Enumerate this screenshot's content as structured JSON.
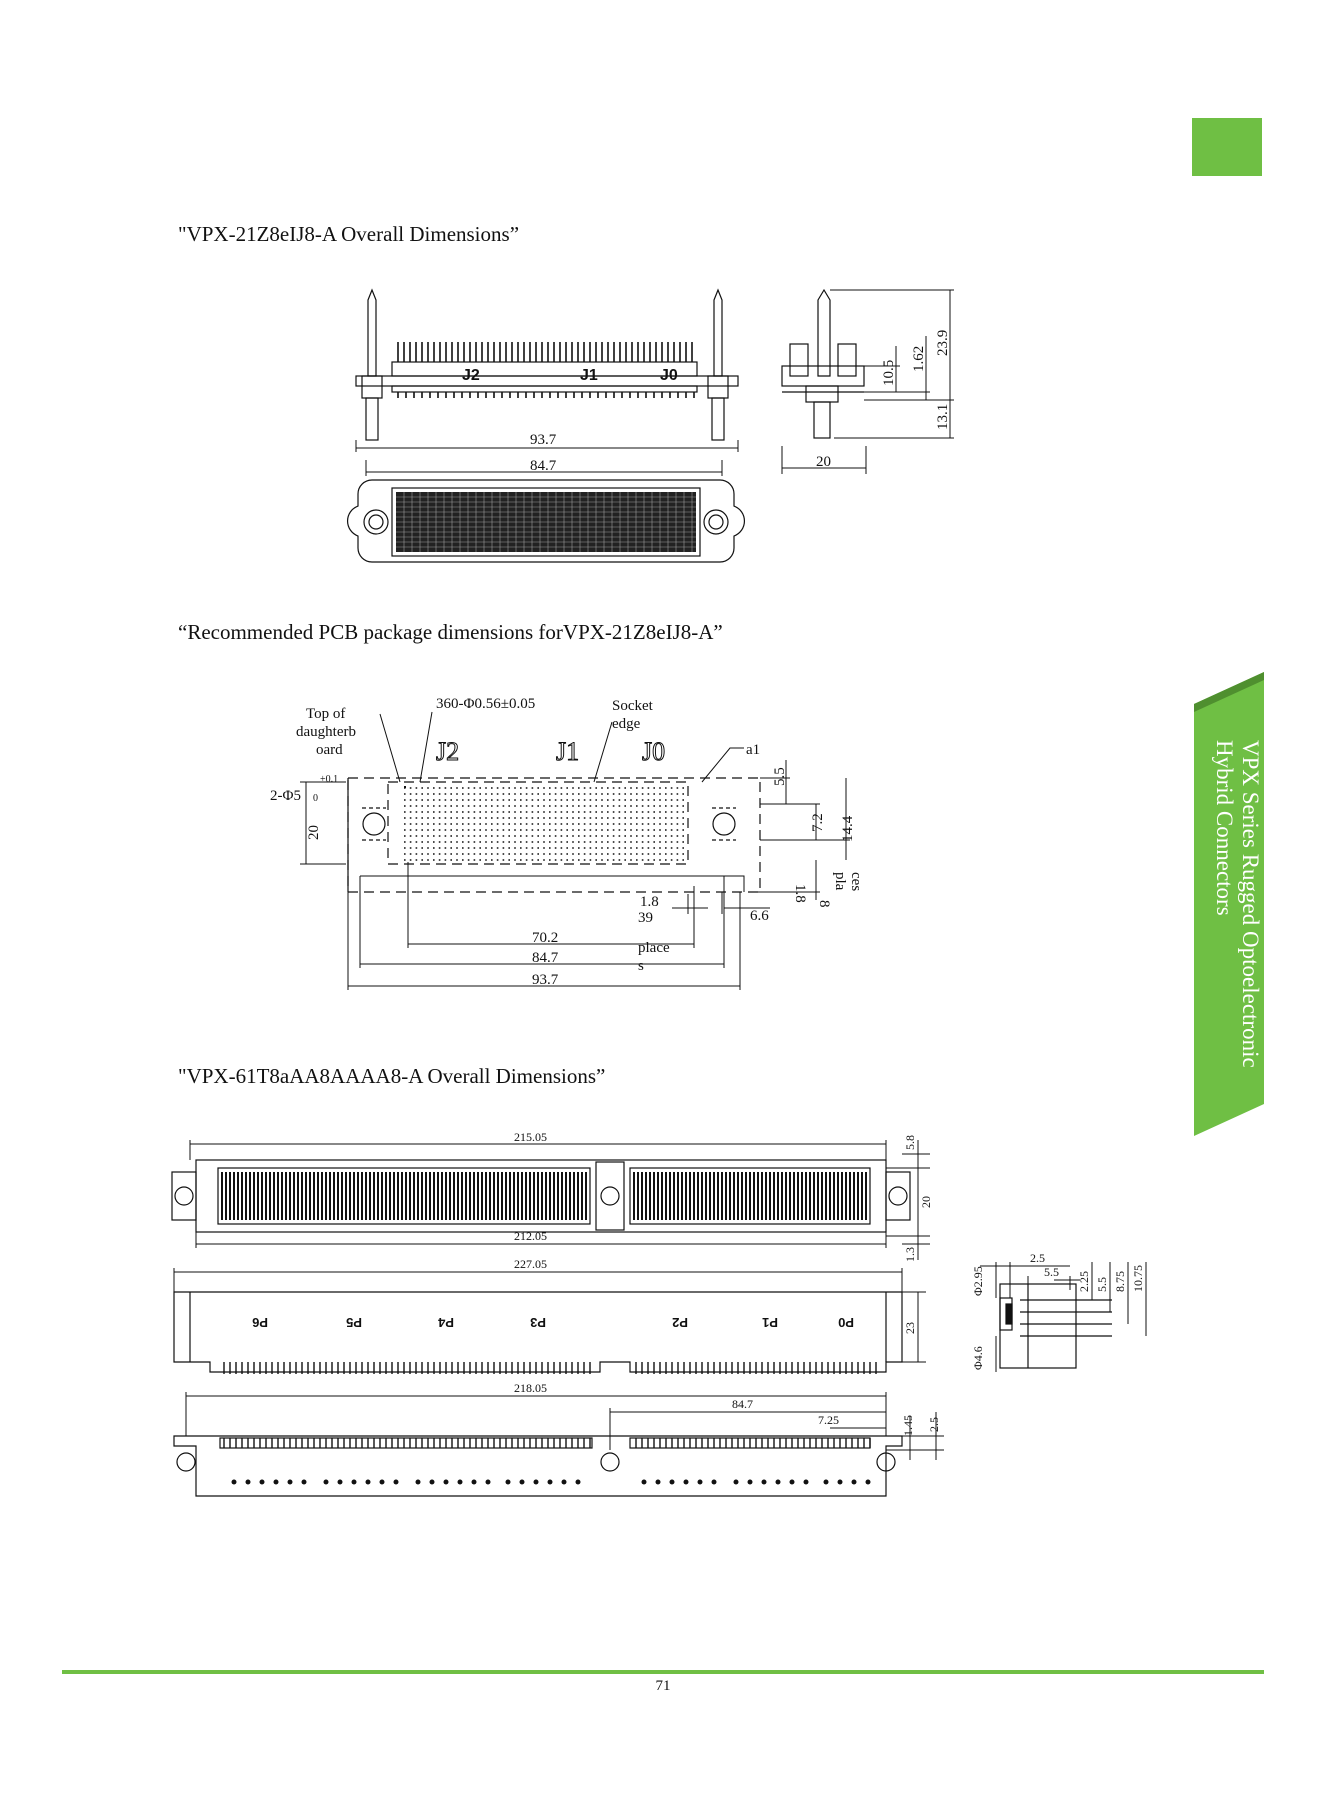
{
  "colors": {
    "accent": "#6fbf44",
    "text": "#111111",
    "background": "#ffffff"
  },
  "side_tab": {
    "line1": "VPX   Series Rugged Optoelectronic",
    "line2": "Hybrid Connectors"
  },
  "sections": [
    {
      "title": "\"VPX-21Z8eIJ8-A Overall Dimensions”"
    },
    {
      "title": "“Recommended PCB package dimensions forVPX-21Z8eIJ8-A”"
    },
    {
      "title": "\"VPX-61T8aAA8AAAA8-A Overall Dimensions”"
    }
  ],
  "drawing1": {
    "slot_labels": [
      "J2",
      "J1",
      "J0"
    ],
    "dims": {
      "width_total": "93.7",
      "width_inner": "84.7",
      "side_width": "20",
      "h1": "10.5",
      "h2": "1.62",
      "h3": "23.9",
      "h4": "13.1"
    }
  },
  "drawing2": {
    "labels": {
      "top_of_board_1": "Top of",
      "top_of_board_2": "daughterb",
      "top_of_board_3": "oard",
      "holes": "360-Φ0.56±0.05",
      "socket_1": "Socket",
      "socket_2": "edge",
      "a1": "a1",
      "mount": "2-Φ5",
      "mount_sub": "0",
      "tol": "+0.1",
      "places_39_1": "39",
      "places_39_2": "place",
      "places_39_3": "s",
      "places_8_1": "8",
      "places_8_2": "pla",
      "places_8_3": "ces"
    },
    "slot_labels": [
      "J2",
      "J1",
      "J0"
    ],
    "dims": {
      "h": "20",
      "d55": "5.5",
      "d72": "7.2",
      "d144": "14.4",
      "d18h": "1.8",
      "d18v": "1.8",
      "d66": "6.6",
      "d702": "70.2",
      "d847": "84.7",
      "d937": "93.7"
    }
  },
  "drawing3": {
    "slot_labels": [
      "P6",
      "P5",
      "P4",
      "P3",
      "P2",
      "P1",
      "P0"
    ],
    "dims": {
      "d21505": "215.05",
      "d21205": "212.05",
      "d22705": "227.05",
      "d21805": "218.05",
      "d847": "84.7",
      "d725": "7.25",
      "d58": "5.8",
      "d20": "20",
      "d13": "1.3",
      "d23": "23",
      "d145": "1.45",
      "d25": "2.5",
      "s_d295": "Φ2.95",
      "s_d46": "Φ4.6",
      "s_25": "2.5",
      "s_55": "5.5",
      "s_225": "2.25",
      "s_55v": "5.5",
      "s_875": "8.75",
      "s_1075": "10.75"
    }
  },
  "footer": {
    "page_number": "71"
  }
}
